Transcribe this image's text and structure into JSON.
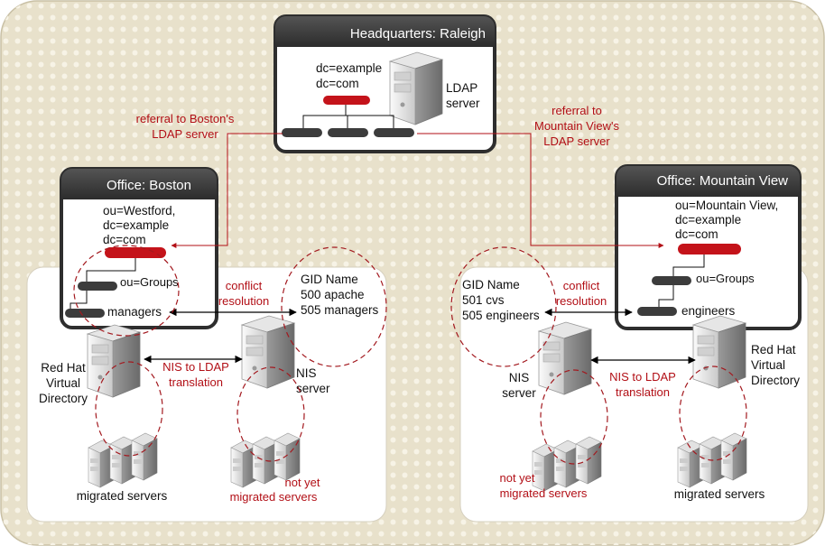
{
  "headquarters": {
    "title": "Headquarters: Raleigh",
    "dn_line1": "dc=example",
    "dn_line2": "dc=com",
    "server_line1": "LDAP",
    "server_line2": "server"
  },
  "boston": {
    "title": "Office: Boston",
    "dn_line1": "ou=Westford,",
    "dn_line2": "dc=example",
    "dn_line3": "dc=com",
    "groups_label": "ou=Groups",
    "managers_label": "managers",
    "rhvd_line1": "Red Hat",
    "rhvd_line2": "Virtual",
    "rhvd_line3": "Directory",
    "nis_line1": "NIS",
    "nis_line2": "server",
    "gid_header": "GID Name",
    "gid_row1": "500 apache",
    "gid_row2": "505 managers",
    "conflict_line1": "conflict",
    "conflict_line2": "resolution",
    "translation_line1": "NIS to LDAP",
    "translation_line2": "translation",
    "migrated_label": "migrated servers",
    "not_yet_line1": "not yet",
    "not_yet_line2": "migrated servers",
    "referral_line1": "referral to Boston's",
    "referral_line2": "LDAP server"
  },
  "mountain_view": {
    "title": "Office: Mountain View",
    "dn_line1": "ou=Mountain View,",
    "dn_line2": "dc=example",
    "dn_line3": "dc=com",
    "groups_label": "ou=Groups",
    "engineers_label": "engineers",
    "rhvd_line1": "Red Hat",
    "rhvd_line2": "Virtual",
    "rhvd_line3": "Directory",
    "nis_line1": "NIS",
    "nis_line2": "server",
    "gid_header": "GID Name",
    "gid_row1": "501 cvs",
    "gid_row2": "505 engineers",
    "conflict_line1": "conflict",
    "conflict_line2": "resolution",
    "translation_line1": "NIS to LDAP",
    "translation_line2": "translation",
    "migrated_label": "migrated servers",
    "not_yet_line1": "not yet",
    "not_yet_line2": "migrated servers",
    "referral_line1": "referral to",
    "referral_line2": "Mountain View's",
    "referral_line3": "LDAP server"
  },
  "colors": {
    "background": "#e8e1cb",
    "dots": "#f7f3e6",
    "panel_header": "#3b3b3b",
    "accent_red": "#c4131a",
    "dark_node": "#3c3c3c",
    "annotation_red": "#b20f16"
  }
}
